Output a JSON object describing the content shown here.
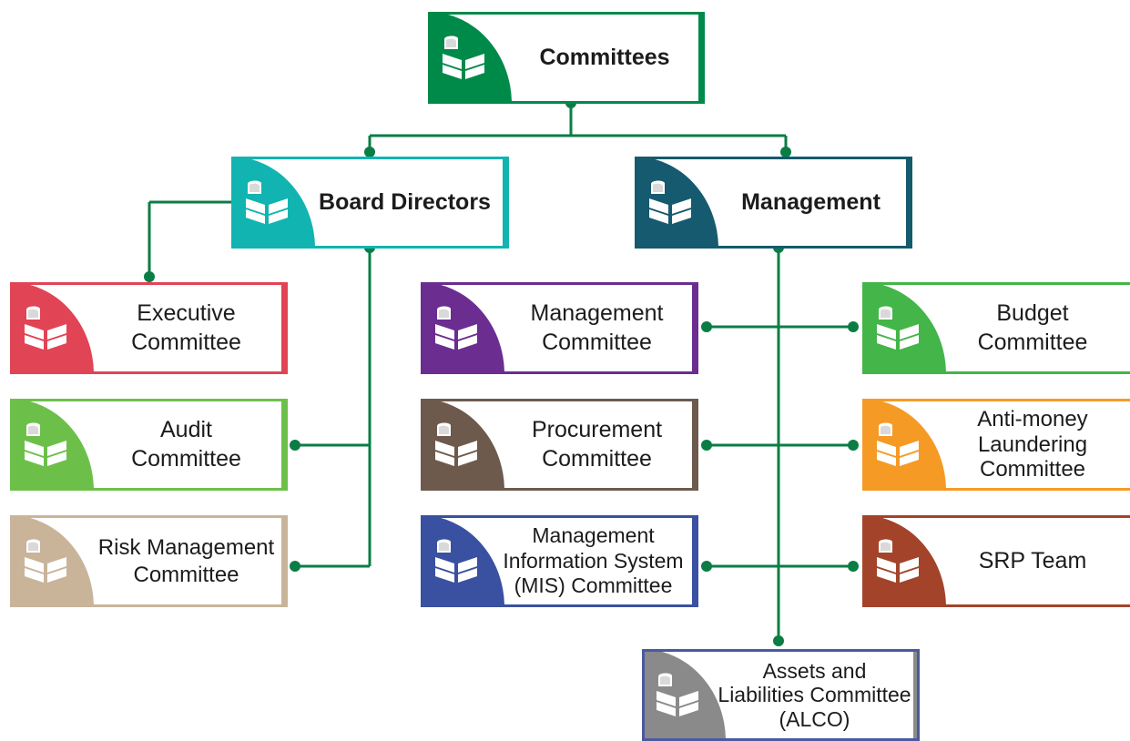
{
  "root": {
    "title": "Committees",
    "color": "#008a4a"
  },
  "board": {
    "title": "Board Directors",
    "color": "#11b4b1"
  },
  "management": {
    "title": "Management",
    "color": "#155a6e"
  },
  "connector_color": "#0a7d45",
  "board_committees": [
    {
      "lines": [
        "Executive",
        "Committee"
      ],
      "color": "#e04455"
    },
    {
      "lines": [
        "Audit",
        "Committee"
      ],
      "color": "#6cc04a"
    },
    {
      "lines": [
        "Risk Management",
        "Committee"
      ],
      "color": "#c9b49a"
    }
  ],
  "management_committees": [
    {
      "lines": [
        "Management",
        "Committee"
      ],
      "color": "#6b2d90"
    },
    {
      "lines": [
        "Procurement",
        "Committee"
      ],
      "color": "#6d5a4d"
    },
    {
      "lines": [
        "Management",
        "Information System",
        "(MIS) Committee"
      ],
      "color": "#3a50a0"
    },
    {
      "lines": [
        "Budget",
        "Committee"
      ],
      "color": "#43b549"
    },
    {
      "lines": [
        "Anti-money",
        "Laundering",
        "Committee"
      ],
      "color": "#f59a25"
    },
    {
      "lines": [
        "SRP Team"
      ],
      "color": "#a3442a"
    },
    {
      "lines": [
        "Assets and",
        "Liabilities Committee",
        "(ALCO)"
      ],
      "color": "#8a8a8a",
      "border": "#4a5aa0"
    }
  ]
}
